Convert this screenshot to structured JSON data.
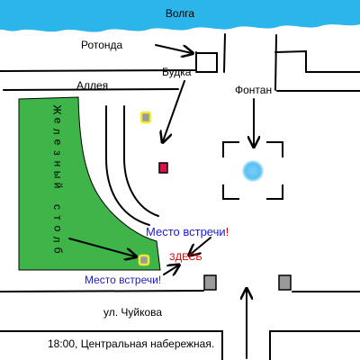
{
  "river": {
    "name": "Волга",
    "color": "#2bb5ea"
  },
  "labels": {
    "rotonda": "Ротонда",
    "budka": "Будка",
    "alley": "Аллея",
    "fontan": "Фонтан",
    "meeting_1": "Место встречи",
    "meeting_2": "Место встречи",
    "exclamation": "!",
    "here": "ЗДЕСЬ",
    "street": "ул. Чуйкова",
    "meeting_note": "18:00, Центральная набережная."
  },
  "park": {
    "name_words": [
      "Железный",
      "столб"
    ],
    "color": "#3fb448"
  },
  "colors": {
    "meeting_text": "#1a1adb",
    "exclamation": "#d00000",
    "here_text": "#e00000",
    "fountain": "#59c0f2",
    "booth": "#d1144a",
    "marker_ring": "#f0ea31",
    "marker_fill": "#9a9a9a",
    "post": "#9a9a9a"
  },
  "icons": [
    "fountain-icon",
    "booth-icon",
    "meeting-marker-icon",
    "iron-post-icon"
  ]
}
